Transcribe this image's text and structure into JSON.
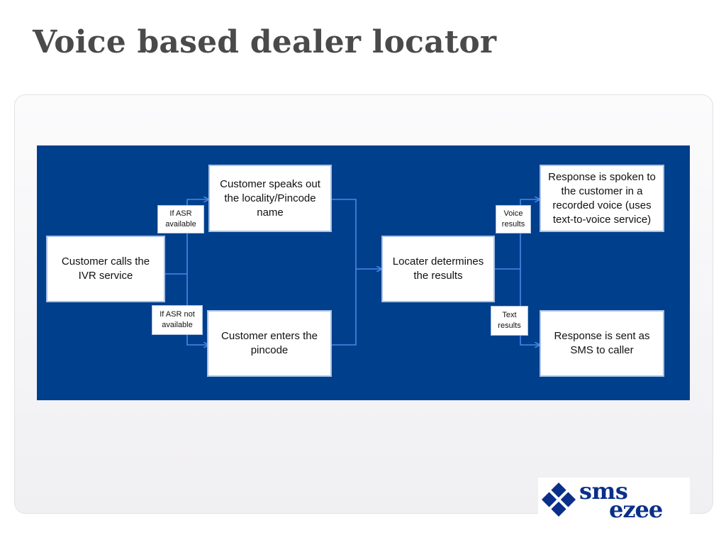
{
  "slide": {
    "title": "Voice based dealer locator"
  },
  "flow": {
    "nodes": {
      "start": "Customer calls the IVR service",
      "speak": "Customer speaks out the locality/Pincode name",
      "enter": "Customer enters the pincode",
      "locator": "Locater determines the results",
      "spoken": "Response is spoken to the customer in a recorded voice (uses text-to-voice service)",
      "sms": "Response is sent as SMS to caller"
    },
    "tags": {
      "asr_available": "If ASR available",
      "asr_not_available": "If ASR not available",
      "voice_results": "Voice results",
      "text_results": "Text results"
    },
    "colors": {
      "panel": "#003f8c",
      "connector": "#4a86e8",
      "node_border": "#a9c2e6"
    }
  },
  "logo": {
    "line1": "sms",
    "line2": "ezee"
  }
}
